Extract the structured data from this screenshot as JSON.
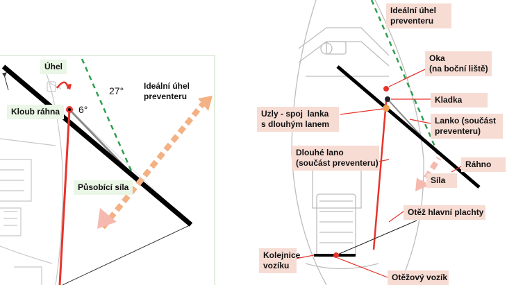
{
  "left_panel": {
    "angle_label": "Úhel",
    "angle_27": "27°",
    "angle_6": "6°",
    "ideal_angle": "Ideální úhel\npreventeru",
    "boom_joint": "Kloub ráhna",
    "acting_force": "Působící síla"
  },
  "right_panel": {
    "ideal_angle": "Ideální úhel\npreventeru",
    "eyes": "Oka\n(na boční liště)",
    "block": "Kladka",
    "knots": "Uzly - spoj  lanka\ns dlouhým lanem",
    "line_part": "Lanko (součást\npreventeru)",
    "long_line": "Dlouhé lano\n(součást preventeru)",
    "boom": "Ráhno",
    "force": "Síla",
    "mainsheet": "Otěž hlavní plachty",
    "traveller_track": "Kolejnice\nvozíku",
    "traveller": "Otěžový vozík"
  },
  "colors": {
    "boom": "#000000",
    "preventer": "#e8332a",
    "ideal_dash": "#2e9e4f",
    "force_arrow": "#f4b183",
    "force_arrow_back": "#f5b9b0",
    "label_green": "#eaf6e6",
    "label_pink": "#f7dcd4",
    "knot": "#f0a050"
  }
}
